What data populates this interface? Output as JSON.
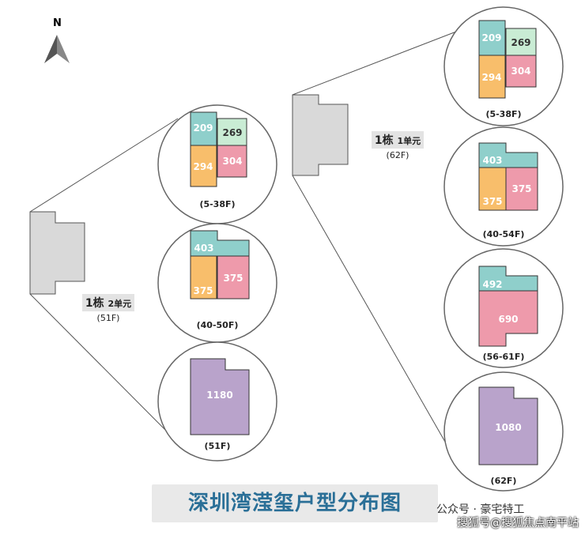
{
  "compass": {
    "label": "N",
    "icon": "north-arrow-icon"
  },
  "buildings": [
    {
      "name": "1栋",
      "unit": "2单元",
      "floors": "(51F)"
    },
    {
      "name": "1栋",
      "unit": "1单元",
      "floors": "(62F)"
    }
  ],
  "plans_left": [
    {
      "floors": "(5-38F)",
      "units": [
        "209",
        "269",
        "294",
        "304"
      ]
    },
    {
      "floors": "(40-50F)",
      "units": [
        "403",
        "375",
        "375"
      ]
    },
    {
      "floors": "(51F)",
      "units": [
        "1180"
      ]
    }
  ],
  "plans_right": [
    {
      "floors": "(5-38F)",
      "units": [
        "209",
        "269",
        "294",
        "304"
      ]
    },
    {
      "floors": "(40-54F)",
      "units": [
        "403",
        "375",
        "375"
      ]
    },
    {
      "floors": "(56-61F)",
      "units": [
        "492",
        "690"
      ]
    },
    {
      "floors": "(62F)",
      "units": [
        "1080"
      ]
    }
  ],
  "colors": {
    "teal": "#8fcfcb",
    "mint": "#c9ecd4",
    "orange": "#f8be6b",
    "pink": "#ee9aab",
    "purple": "#b9a3cb",
    "building": "#d9d9d9",
    "title": "#2a6f97"
  },
  "title": "深圳湾滢玺户型分布图",
  "wechat": {
    "icon": "wechat-icon",
    "text": "公众号 · 豪宅特工"
  },
  "watermark": "搜狐号@搜狐焦点南平站"
}
